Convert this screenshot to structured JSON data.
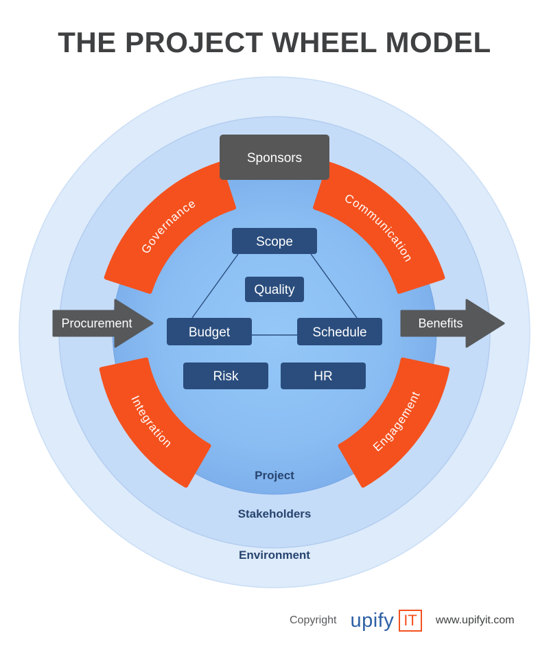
{
  "title": "THE PROJECT WHEEL MODEL",
  "wheel": {
    "rings": {
      "environment": {
        "label": "Environment",
        "color": "#ddebfb"
      },
      "stakeholders": {
        "label": "Stakeholders",
        "color": "#c5dcf8"
      },
      "project": {
        "label": "Project",
        "color": "#8cc0f3"
      }
    },
    "sponsors": {
      "label": "Sponsors",
      "color": "#575757"
    },
    "arcs": [
      {
        "label": "Governance",
        "position": "top-left"
      },
      {
        "label": "Communication",
        "position": "top-right"
      },
      {
        "label": "Integration",
        "position": "bottom-left"
      },
      {
        "label": "Engagement",
        "position": "bottom-right"
      }
    ],
    "arrows": {
      "in": {
        "label": "Procurement",
        "direction": "into-wheel-from-left"
      },
      "out": {
        "label": "Benefits",
        "direction": "out-of-wheel-to-right"
      }
    },
    "center_boxes": [
      "Scope",
      "Quality",
      "Budget",
      "Schedule",
      "Risk",
      "HR"
    ]
  },
  "footer": {
    "copyright": "Copyright",
    "brand": "upify",
    "brand_suffix": "IT",
    "website": "www.upifyit.com"
  },
  "colors": {
    "accent_orange": "#f4511e",
    "box_navy": "#2a4d7d",
    "arrow_gray": "#57585a",
    "sponsors_gray": "#575757",
    "ring_label_navy": "#27446e",
    "title_gray": "#3f4041",
    "brand_blue": "#2d5fa5"
  }
}
